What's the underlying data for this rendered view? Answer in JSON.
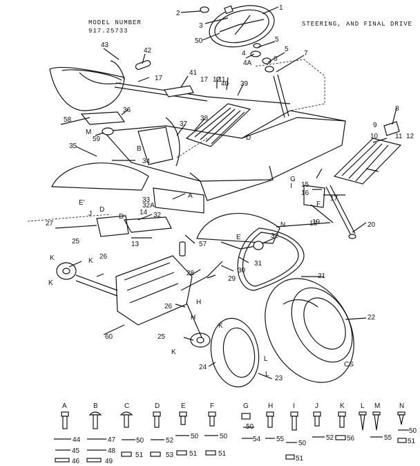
{
  "header": {
    "model_label": "MODEL NUMBER",
    "model_number": "917.25733",
    "section_title": "STEERING, AND FINAL DRIVE",
    "corner_code": "CS"
  },
  "callouts": [
    {
      "id": "c1",
      "text": "1"
    },
    {
      "id": "c2",
      "text": "2"
    },
    {
      "id": "c3",
      "text": "3"
    },
    {
      "id": "c4",
      "text": "4"
    },
    {
      "id": "c4a",
      "text": "4A"
    },
    {
      "id": "c5a",
      "text": "5"
    },
    {
      "id": "c5b",
      "text": "5"
    },
    {
      "id": "c6",
      "text": "6"
    },
    {
      "id": "c7",
      "text": "7"
    },
    {
      "id": "c8",
      "text": "8"
    },
    {
      "id": "c9",
      "text": "9"
    },
    {
      "id": "c10",
      "text": "10"
    },
    {
      "id": "c11a",
      "text": "11"
    },
    {
      "id": "c11b",
      "text": "11"
    },
    {
      "id": "c12a",
      "text": "12"
    },
    {
      "id": "c12b",
      "text": "12"
    },
    {
      "id": "c13",
      "text": "13"
    },
    {
      "id": "c14",
      "text": "14"
    },
    {
      "id": "c15",
      "text": "15"
    },
    {
      "id": "c16",
      "text": "16"
    },
    {
      "id": "c17a",
      "text": "17"
    },
    {
      "id": "c17b",
      "text": "17"
    },
    {
      "id": "c17c",
      "text": "17"
    },
    {
      "id": "c18",
      "text": "18"
    },
    {
      "id": "c19",
      "text": "19"
    },
    {
      "id": "c20",
      "text": "20"
    },
    {
      "id": "c21",
      "text": "21"
    },
    {
      "id": "c22",
      "text": "22"
    },
    {
      "id": "c23",
      "text": "23"
    },
    {
      "id": "c24",
      "text": "24"
    },
    {
      "id": "c25a",
      "text": "25"
    },
    {
      "id": "c25b",
      "text": "25"
    },
    {
      "id": "c26a",
      "text": "26"
    },
    {
      "id": "c26b",
      "text": "26"
    },
    {
      "id": "c27",
      "text": "27"
    },
    {
      "id": "c28",
      "text": "28"
    },
    {
      "id": "c29",
      "text": "29"
    },
    {
      "id": "c30",
      "text": "30"
    },
    {
      "id": "c31",
      "text": "31"
    },
    {
      "id": "c32a",
      "text": "32"
    },
    {
      "id": "c32b",
      "text": "32"
    },
    {
      "id": "c32c",
      "text": "32A"
    },
    {
      "id": "c33",
      "text": "33"
    },
    {
      "id": "c34",
      "text": "34"
    },
    {
      "id": "c35",
      "text": "35"
    },
    {
      "id": "c36",
      "text": "36"
    },
    {
      "id": "c37",
      "text": "37"
    },
    {
      "id": "c38",
      "text": "38"
    },
    {
      "id": "c39",
      "text": "39"
    },
    {
      "id": "c40",
      "text": "40"
    },
    {
      "id": "c41",
      "text": "41"
    },
    {
      "id": "c42",
      "text": "42"
    },
    {
      "id": "c43",
      "text": "43"
    },
    {
      "id": "c50",
      "text": "50"
    },
    {
      "id": "c57",
      "text": "57"
    },
    {
      "id": "c58",
      "text": "58"
    },
    {
      "id": "c59",
      "text": "59"
    },
    {
      "id": "c60",
      "text": "60"
    }
  ],
  "letters": [
    {
      "id": "lA",
      "text": "A"
    },
    {
      "id": "lB",
      "text": "B"
    },
    {
      "id": "lD1",
      "text": "D"
    },
    {
      "id": "lD2",
      "text": "D"
    },
    {
      "id": "lD3",
      "text": "D"
    },
    {
      "id": "lE",
      "text": "E"
    },
    {
      "id": "lF",
      "text": "F"
    },
    {
      "id": "lG",
      "text": "G"
    },
    {
      "id": "lH1",
      "text": "H"
    },
    {
      "id": "lH2",
      "text": "H"
    },
    {
      "id": "lJ",
      "text": "J"
    },
    {
      "id": "lK1",
      "text": "K"
    },
    {
      "id": "lK2",
      "text": "K"
    },
    {
      "id": "lK3",
      "text": "K"
    },
    {
      "id": "lK4",
      "text": "K"
    },
    {
      "id": "lK5",
      "text": "K"
    },
    {
      "id": "lL1",
      "text": "L"
    },
    {
      "id": "lL2",
      "text": "L"
    },
    {
      "id": "lM",
      "text": "M"
    },
    {
      "id": "lN",
      "text": "N"
    },
    {
      "id": "lI",
      "text": "I"
    },
    {
      "id": "lE1",
      "text": "E'"
    }
  ],
  "hardware_key": [
    {
      "letter": "A",
      "kind": "bolt"
    },
    {
      "letter": "B",
      "kind": "carriage"
    },
    {
      "letter": "C",
      "kind": "carriage"
    },
    {
      "letter": "D",
      "kind": "bolt"
    },
    {
      "letter": "E",
      "kind": "bolt"
    },
    {
      "letter": "F",
      "kind": "bolt"
    },
    {
      "letter": "G",
      "kind": "nut"
    },
    {
      "letter": "H",
      "kind": "bolt"
    },
    {
      "letter": "I",
      "kind": "bolt"
    },
    {
      "letter": "J",
      "kind": "bolt"
    },
    {
      "letter": "K",
      "kind": "bolt"
    },
    {
      "letter": "L",
      "kind": "screw"
    },
    {
      "letter": "M",
      "kind": "screw"
    },
    {
      "letter": "N",
      "kind": "screw"
    }
  ],
  "hardware_refs": [
    {
      "id": "h1",
      "text": "44"
    },
    {
      "id": "h2",
      "text": "47"
    },
    {
      "id": "h3",
      "text": "45"
    },
    {
      "id": "h4",
      "text": "48"
    },
    {
      "id": "h5",
      "text": "46"
    },
    {
      "id": "h6",
      "text": "49"
    },
    {
      "id": "h7",
      "text": "50"
    },
    {
      "id": "h8",
      "text": "51"
    },
    {
      "id": "h9",
      "text": "52"
    },
    {
      "id": "h10",
      "text": "53"
    },
    {
      "id": "h11",
      "text": "50"
    },
    {
      "id": "h12",
      "text": "51"
    },
    {
      "id": "h13",
      "text": "50"
    },
    {
      "id": "h14",
      "text": "51"
    },
    {
      "id": "h15",
      "text": "50"
    },
    {
      "id": "h16",
      "text": "54"
    },
    {
      "id": "h17",
      "text": "55"
    },
    {
      "id": "h18",
      "text": "50"
    },
    {
      "id": "h19",
      "text": "51"
    },
    {
      "id": "h20",
      "text": "52"
    },
    {
      "id": "h21",
      "text": "56"
    },
    {
      "id": "h22",
      "text": "55"
    },
    {
      "id": "h23",
      "text": "50"
    },
    {
      "id": "h24",
      "text": "51"
    }
  ]
}
